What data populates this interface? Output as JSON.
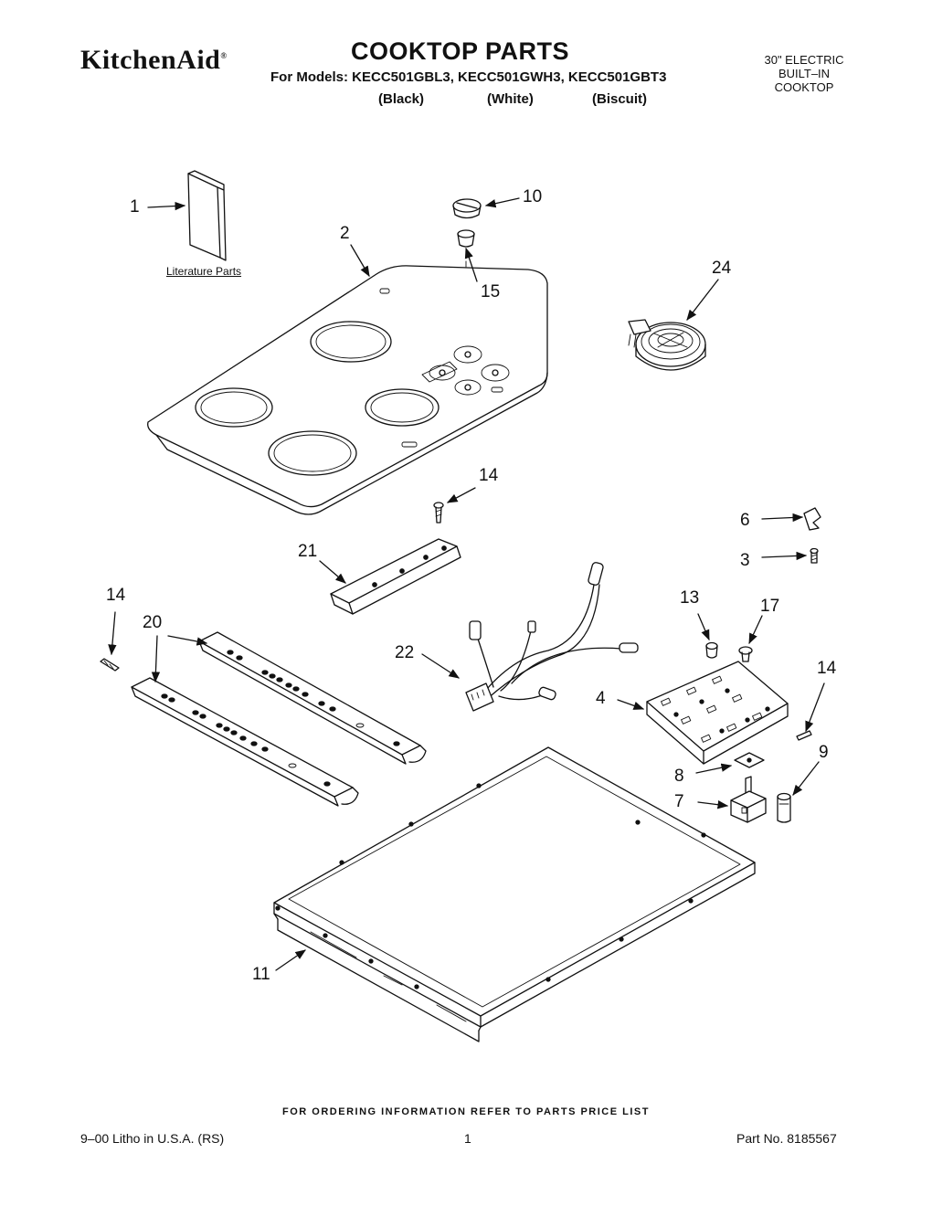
{
  "header": {
    "brand": "KitchenAid",
    "brand_mark": "®",
    "title": "COOKTOP PARTS",
    "models_line": "For Models: KECC501GBL3, KECC501GWH3, KECC501GBT3",
    "colors": [
      "(Black)",
      "(White)",
      "(Biscuit)"
    ],
    "appliance_type": [
      "30\" ELECTRIC",
      "BUILT–IN",
      "COOKTOP"
    ]
  },
  "diagram": {
    "literature_label": "Literature Parts",
    "callouts": {
      "p1": "1",
      "p2": "2",
      "p10": "10",
      "p15": "15",
      "p24": "24",
      "p14a": "14",
      "p21": "21",
      "p6": "6",
      "p3": "3",
      "p14b": "14",
      "p20": "20",
      "p13": "13",
      "p17": "17",
      "p22": "22",
      "p4": "4",
      "p14c": "14",
      "p9": "9",
      "p8": "8",
      "p7": "7",
      "p11": "11"
    }
  },
  "footer": {
    "ordering_note": "FOR ORDERING INFORMATION REFER TO PARTS PRICE LIST",
    "litho": "9–00 Litho in U.S.A. (RS)",
    "page_number": "1",
    "part_number": "Part No. 8185567"
  }
}
